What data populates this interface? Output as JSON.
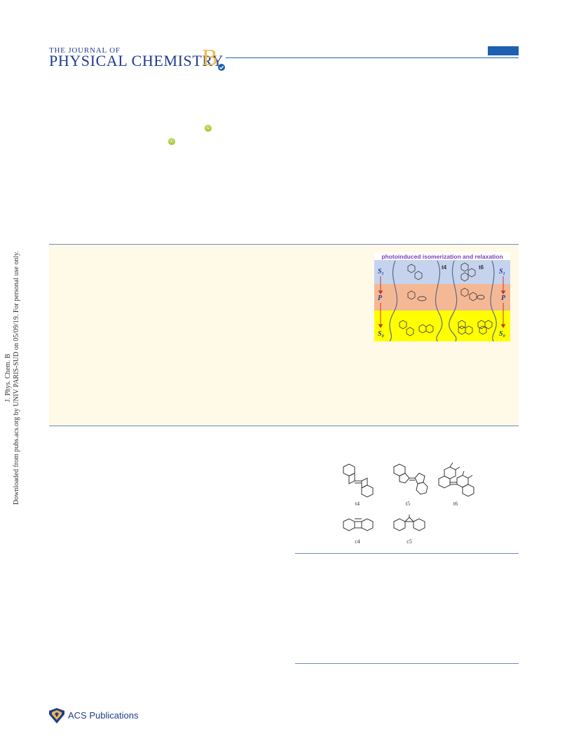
{
  "header": {
    "journal_top": "THE JOURNAL OF",
    "journal_main": "PHYSICAL CHEMISTRY",
    "journal_letter": "B"
  },
  "orcid_label": "iD",
  "side_note": {
    "line1": "J. Phys. Chem. B",
    "line2": "Downloaded from pubs.acs.org by UNIV PARIS-SUD on 05/09/19. For personal use only."
  },
  "toc_graphic": {
    "title": "photoinduced isomerization and relaxation",
    "state_s1": "S₁",
    "state_p": "P",
    "state_s0": "S₀",
    "label_t4": "t4",
    "label_t6": "t6",
    "colors": {
      "top": "#c5d3ee",
      "middle": "#f5b895",
      "bottom": "#ffff00",
      "title": "#7b3fbf"
    }
  },
  "figure": {
    "molecules": [
      "t4",
      "t5",
      "t6",
      "c4",
      "c5"
    ]
  },
  "footer": {
    "publisher": "ACS Publications"
  }
}
